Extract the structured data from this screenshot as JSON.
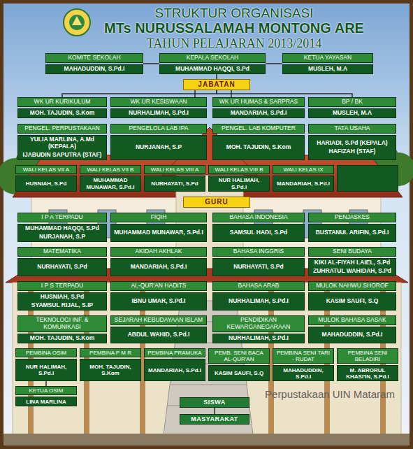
{
  "diagram": {
    "title": "STRUKTUR ORGANISASI",
    "nodes": [
      {
        "text": [
          "KOMITE SEKOLAH",
          "MAHADUDDIN, S.Pd.I"
        ]
      },
      {
        "text": [
          "KEPALA SEKOLAH",
          "MUHAMMAD HAQQI, S.Pd"
        ]
      },
      {
        "text": [
          "KETUA YAYASAN",
          "MUSLEH, M.A"
        ]
      },
      {
        "text": [
          "JABATAN"
        ]
      },
      {
        "text": [
          "WK UR KURIKULUM",
          "MOH. TAJUDIN, S.Kom"
        ]
      },
      {
        "text": [
          "WK UR KESISWAAN",
          "NURHALIMAH, S.Pd.I"
        ]
      },
      {
        "text": [
          "WK UR HUMAS & SARPRAS",
          "MANDARIAH, S.Pd.I"
        ]
      },
      {
        "text": [
          "BP / BK",
          "MUSLEH, M.A"
        ]
      },
      {
        "text": [
          "PENGEL. PERPUSTAKAAN",
          "YULIA MARLINA, A.Md (KEPALA)",
          "IJABUDIN SAPUTRA (STAF)"
        ]
      },
      {
        "text": [
          "PENGELOLA LAB IPA",
          "NURJANAH, S.P"
        ]
      },
      {
        "text": [
          "PENGEL. LAB KOMPUTER",
          "MOH. TAJUDIN, S.Kom"
        ]
      },
      {
        "text": [
          "TATA USAHA",
          "HARIADI, S.Pd (KEPALA)",
          "HAFIZAH (STAF)"
        ]
      },
      {
        "text": [
          "WALI KELAS VII A",
          "HUSNIAH, S.Pd"
        ]
      },
      {
        "text": [
          "WALI KELAS VII B",
          "MUHAMMAD MUNAWAR, S.Pd.I"
        ]
      },
      {
        "text": [
          "WALI KELAS VIII A",
          "NURHAYATI, S.Pd"
        ]
      },
      {
        "text": [
          "WALI KELAS VIII B",
          "NUR HALIMAH, S.Pd.I"
        ]
      },
      {
        "text": [
          "WALI KELAS IX",
          "MANDARIAH, S.Pd.I"
        ]
      },
      {
        "text": [
          "GURU"
        ]
      },
      {
        "text": [
          "I P A TERPADU",
          "MUHAMMAD HAQQI, S.Pd",
          "NURJANAH, S.P"
        ]
      },
      {
        "text": [
          "FIQIH",
          "MUHAMMAD MUNAWAR, S.Pd.I"
        ]
      },
      {
        "text": [
          "BAHASA INDONESIA",
          "SAMSUL HADI, S.Pd"
        ]
      },
      {
        "text": [
          "PENJASKES",
          "BUSTANUL ARIFIN, S.Pd.I"
        ]
      },
      {
        "text": [
          "MATEMATIKA",
          "NURHAYATI, S.Pd"
        ]
      },
      {
        "text": [
          "AKIDAH AKHLAK",
          "MANDARIAH, S.Pd.I"
        ]
      },
      {
        "text": [
          "BAHASA INGGRIS",
          "NURHAYATI, S.Pd"
        ]
      },
      {
        "text": [
          "SENI BUDAYA",
          "KIKI AL-FIYAH LAIEL, S.Pd",
          "ZUHRATUL WAHIDAH, S.Pd"
        ]
      },
      {
        "text": [
          "I P S TERPADU",
          "HUSNIAH, S.Pd",
          "SYAMSUL RIJAL, S.IP"
        ]
      },
      {
        "text": [
          "AL-QUR'AN HADITS",
          "IBNU UMAR, S.Pd.I"
        ]
      },
      {
        "text": [
          "BAHASA ARAB",
          "NURHALIMAH, S.Pd.I"
        ]
      },
      {
        "text": [
          "MULOK NAHWU SHOROF",
          "KASIM SAUFI, S.Q"
        ]
      },
      {
        "text": [
          "TEKNOLOGI INF. & KOMUNIKASI",
          "MOH. TAJUDIN, S.Kom"
        ]
      },
      {
        "text": [
          "SEJARAH KEBUDAYAAN ISLAM",
          "ABDUL WAHID, S.Pd.I"
        ]
      },
      {
        "text": [
          "PENDIDIKAN KEWARGANEGARAAN",
          "NURHALIMAH, S.Pd.I"
        ]
      },
      {
        "text": [
          "MULOK BAHASA SASAK",
          "MAHADUDDIN, S.Pd.I"
        ]
      },
      {
        "text": [
          "PEMBINA OSIM",
          "NUR HALIMAH, S.Pd.I"
        ]
      },
      {
        "text": [
          "PEMBINA P M R",
          "MOH. TAJUDIN, S.Kom"
        ]
      },
      {
        "text": [
          "PEMBINA PRAMUKA",
          "MANDARIAH, S.Pd.I"
        ]
      },
      {
        "text": [
          "PEMB. SENI BACA AL-QUR'AN",
          "KASIM SAUFI, S.Q"
        ]
      },
      {
        "text": [
          "PEMBINA SENI TARI - RUDAT",
          "MAHADUDDIN, S.Pd.I"
        ]
      },
      {
        "text": [
          "PEMBINA SENI BELADIRI",
          "M. ABRORUL KHASI'IN, S.Pd.I"
        ]
      },
      {
        "text": [
          "KETUA OSIM",
          "LINA MARLINA"
        ]
      },
      {
        "text": [
          "SISWA"
        ]
      },
      {
        "text": [
          "MASYARAKAT"
        ]
      }
    ],
    "edges": [
      {
        "from": 0,
        "to": 1,
        "arrow": "none"
      },
      {
        "from": 1,
        "to": 2,
        "arrow": "none"
      },
      {
        "from": 1,
        "to": 3,
        "arrow": "none"
      },
      {
        "from": 3,
        "to": 4,
        "arrow": "none"
      },
      {
        "from": 3,
        "to": 5,
        "arrow": "none"
      },
      {
        "from": 3,
        "to": 6,
        "arrow": "none"
      },
      {
        "from": 3,
        "to": 7,
        "arrow": "none"
      },
      {
        "from": 34,
        "to": 40,
        "arrow": "none"
      },
      {
        "from": 41,
        "to": 42,
        "arrow": "none"
      }
    ],
    "labels": [
      "MTs NURUSSALAMAH MONTONG ARE",
      "TAHUN PELAJARAN 2013/2014",
      "Perpustakaan UIN Mataram"
    ]
  }
}
